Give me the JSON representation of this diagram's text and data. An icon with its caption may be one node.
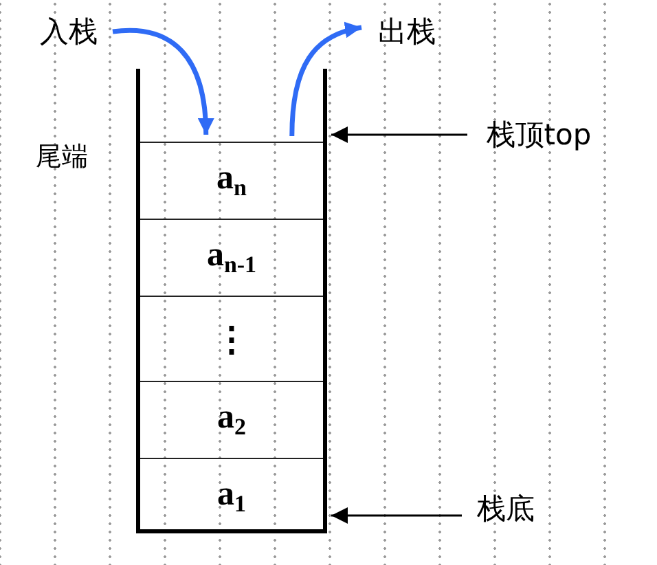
{
  "diagram": {
    "nodes": [
      {
        "text": [
          "入栈"
        ]
      },
      {
        "text": [
          "出栈"
        ]
      },
      {
        "text": [],
        "shape": "box"
      },
      {
        "text": [
          "a$_{n}$"
        ],
        "in": 2
      },
      {
        "text": [
          "a$_{n-1}$"
        ],
        "in": 2
      },
      {
        "text": [
          "⋮"
        ],
        "in": 2
      },
      {
        "text": [
          "a$_{2}$"
        ],
        "in": 2
      },
      {
        "text": [
          "a$_{1}$"
        ],
        "in": 2
      },
      {
        "text": [
          "栈顶top"
        ]
      },
      {
        "text": [
          "栈底"
        ]
      }
    ],
    "edges": [
      {
        "from": 0,
        "to": 3,
        "arrow": "to",
        "style": "thick",
        "color": "#2f6bf5"
      },
      {
        "from": 3,
        "to": 1,
        "arrow": "to",
        "style": "thick",
        "color": "#2f6bf5"
      },
      {
        "from": 8,
        "to": 3,
        "arrow": "to",
        "color": "#000000"
      },
      {
        "from": 9,
        "to": 7,
        "arrow": "to",
        "color": "#000000"
      }
    ],
    "labels": [
      "尾端"
    ]
  }
}
